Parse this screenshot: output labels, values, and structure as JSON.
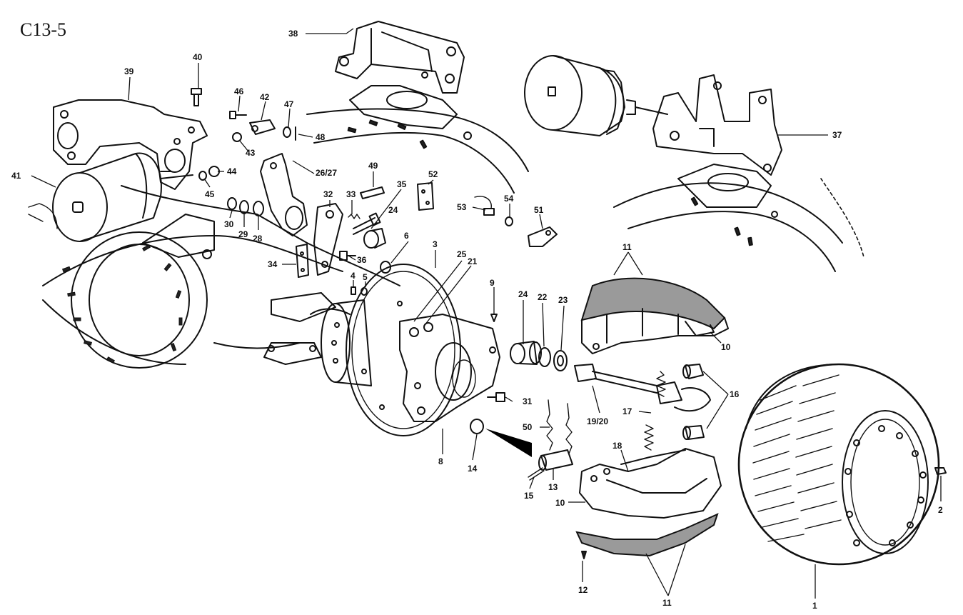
{
  "figure_label": "C13-5",
  "callouts": [
    {
      "id": "c1",
      "label": "1"
    },
    {
      "id": "c2",
      "label": "2"
    },
    {
      "id": "c3",
      "label": "3"
    },
    {
      "id": "c4",
      "label": "4"
    },
    {
      "id": "c5",
      "label": "5"
    },
    {
      "id": "c6",
      "label": "6"
    },
    {
      "id": "c8",
      "label": "8"
    },
    {
      "id": "c9",
      "label": "9"
    },
    {
      "id": "c10a",
      "label": "10"
    },
    {
      "id": "c10b",
      "label": "10"
    },
    {
      "id": "c11a",
      "label": "11"
    },
    {
      "id": "c11b",
      "label": "11"
    },
    {
      "id": "c12",
      "label": "12"
    },
    {
      "id": "c13",
      "label": "13"
    },
    {
      "id": "c14",
      "label": "14"
    },
    {
      "id": "c15",
      "label": "15"
    },
    {
      "id": "c16",
      "label": "16"
    },
    {
      "id": "c17",
      "label": "17"
    },
    {
      "id": "c18",
      "label": "18"
    },
    {
      "id": "c1920",
      "label": "19/20"
    },
    {
      "id": "c21",
      "label": "21"
    },
    {
      "id": "c22",
      "label": "22"
    },
    {
      "id": "c23",
      "label": "23"
    },
    {
      "id": "c24a",
      "label": "24"
    },
    {
      "id": "c24b",
      "label": "24"
    },
    {
      "id": "c25",
      "label": "25"
    },
    {
      "id": "c2627",
      "label": "26/27"
    },
    {
      "id": "c28",
      "label": "28"
    },
    {
      "id": "c29",
      "label": "29"
    },
    {
      "id": "c30",
      "label": "30"
    },
    {
      "id": "c31",
      "label": "31"
    },
    {
      "id": "c32",
      "label": "32"
    },
    {
      "id": "c33",
      "label": "33"
    },
    {
      "id": "c34",
      "label": "34"
    },
    {
      "id": "c35",
      "label": "35"
    },
    {
      "id": "c36",
      "label": "36"
    },
    {
      "id": "c37",
      "label": "37"
    },
    {
      "id": "c38",
      "label": "38"
    },
    {
      "id": "c39",
      "label": "39"
    },
    {
      "id": "c40",
      "label": "40"
    },
    {
      "id": "c41",
      "label": "41"
    },
    {
      "id": "c42",
      "label": "42"
    },
    {
      "id": "c43",
      "label": "43"
    },
    {
      "id": "c44",
      "label": "44"
    },
    {
      "id": "c45",
      "label": "45"
    },
    {
      "id": "c46",
      "label": "46"
    },
    {
      "id": "c47",
      "label": "47"
    },
    {
      "id": "c48",
      "label": "48"
    },
    {
      "id": "c49",
      "label": "49"
    },
    {
      "id": "c50",
      "label": "50"
    },
    {
      "id": "c51",
      "label": "51"
    },
    {
      "id": "c52",
      "label": "52"
    },
    {
      "id": "c53",
      "label": "53"
    },
    {
      "id": "c54",
      "label": "54"
    }
  ]
}
